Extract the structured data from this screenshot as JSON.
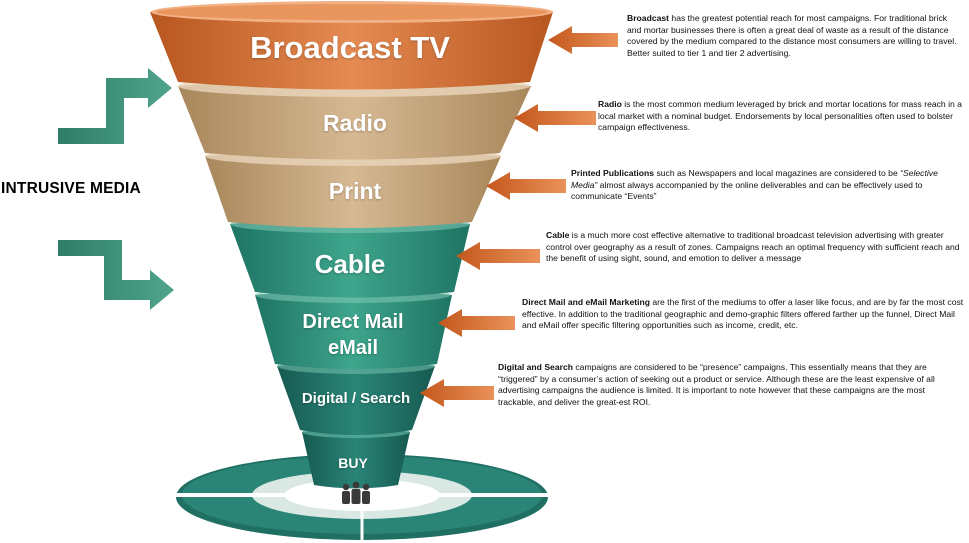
{
  "side_label": "INTRUSIVE MEDIA",
  "funnel": {
    "broadcast": "Broadcast TV",
    "radio": "Radio",
    "print": "Print",
    "cable": "Cable",
    "direct_line1": "Direct Mail",
    "direct_line2": "eMail",
    "digital": "Digital / Search",
    "buy": "BUY"
  },
  "descriptions": {
    "broadcast": {
      "lead": "Broadcast",
      "body": " has the greatest potential reach for most campaigns.  For traditional brick and mortar businesses there is often a great deal of waste as a result of the distance covered by the medium compared to the distance most consumers are willing to travel.  Better suited to tier 1 and tier 2 advertising."
    },
    "radio": {
      "lead": "Radio",
      "body": " is the most common medium leveraged by brick and mortar locations for mass reach in a  local market with a nominal budget.  Endorsements by local personalities often used to bolster campaign effectiveness."
    },
    "print": {
      "lead": "Printed Publications",
      "body1": " such as Newspapers and local magazines are considered to be ",
      "em": "“Selective Media”",
      "body2": " almost always accompanied by the online deliverables and can be effectively used to communicate “Events”"
    },
    "cable": {
      "lead": "Cable",
      "body": " is a much more cost effective alternative to traditional broadcast television advertising with greater control over geography as a result of zones.  Campaigns reach an optimal frequency with sufficient reach and the benefit of using sight, sound, and emotion to deliver a message"
    },
    "direct": {
      "lead": "Direct Mail and eMail Marketing",
      "body": " are the first of the mediums to offer a laser like focus, and are by far the most cost effective.  In addition to the traditional geographic and demo-graphic filters offered farther up the funnel,  Direct Mail and eMail offer specific filtering opportunities such as  income, credit, etc."
    },
    "digital": {
      "lead": "Digital and Search",
      "body": " campaigns are considered to be “presence” campaigns.  This essentially means that they are “triggered” by a consumer’s action of seeking out a product or service.  Although these are the least expensive of all advertising campaigns the audience is limited.  It is important to note however that these campaigns are the most trackable, and deliver the great-est ROI."
    }
  },
  "colors": {
    "orange": "#d9743a",
    "tan": "#c9a983",
    "teal": "#2f8f7b",
    "teal_dark": "#1f6f63",
    "arrow_green": "#3e8e76"
  }
}
